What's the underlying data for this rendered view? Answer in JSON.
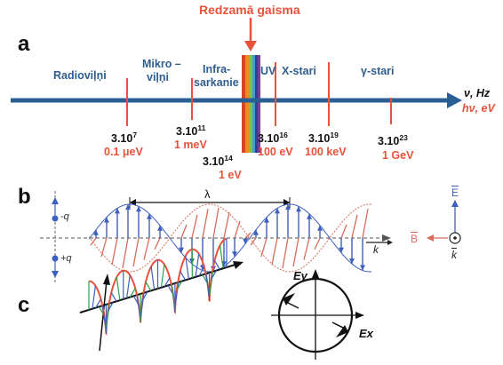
{
  "colors": {
    "axis": "#2a5f93",
    "tick": "#e8523a",
    "electric": "#3f5fbf",
    "magnetic": "#d96c5a",
    "region_text": "#2e5e8e",
    "energy_text": "#e8523a",
    "spectrum_bands": [
      "#d8462a",
      "#f08a24",
      "#7cc242",
      "#3aa0d6",
      "#3c3b8f",
      "#7a3d98"
    ]
  },
  "panel_labels": {
    "a": "a",
    "b": "b",
    "c": "c"
  },
  "panel_a": {
    "visible_light_label": "Redzamā gaisma",
    "regions": {
      "radio": "Radioviļņi",
      "micro_line1": "Mikro –",
      "micro_line2": "viļņi",
      "infra_line1": "Infra-",
      "infra_line2": "sarkanie",
      "uv": "UV",
      "xray": "X-stari",
      "gamma": "γ-stari"
    },
    "axis_labels": {
      "frequency": "ν, Hz",
      "energy": "hν, eV"
    },
    "ticks": [
      {
        "base": "3.10",
        "exp": "7",
        "energy": "0.1 μeV"
      },
      {
        "base": "3.10",
        "exp": "11",
        "energy": "1 meV"
      },
      {
        "base": "3.10",
        "exp": "14",
        "energy": "1 eV"
      },
      {
        "base": "3.10",
        "exp": "16",
        "energy": "100 eV"
      },
      {
        "base": "3.10",
        "exp": "19",
        "energy": "100 keV"
      },
      {
        "base": "3.10",
        "exp": "23",
        "energy": "1 GeV"
      }
    ]
  },
  "panel_b": {
    "wavelength": "λ",
    "charge_neg": "-q",
    "charge_pos": "+q",
    "k_label": "k",
    "e_label": "E",
    "b_label": "B"
  },
  "panel_c": {
    "ey": "Ey",
    "ex": "Ex"
  }
}
